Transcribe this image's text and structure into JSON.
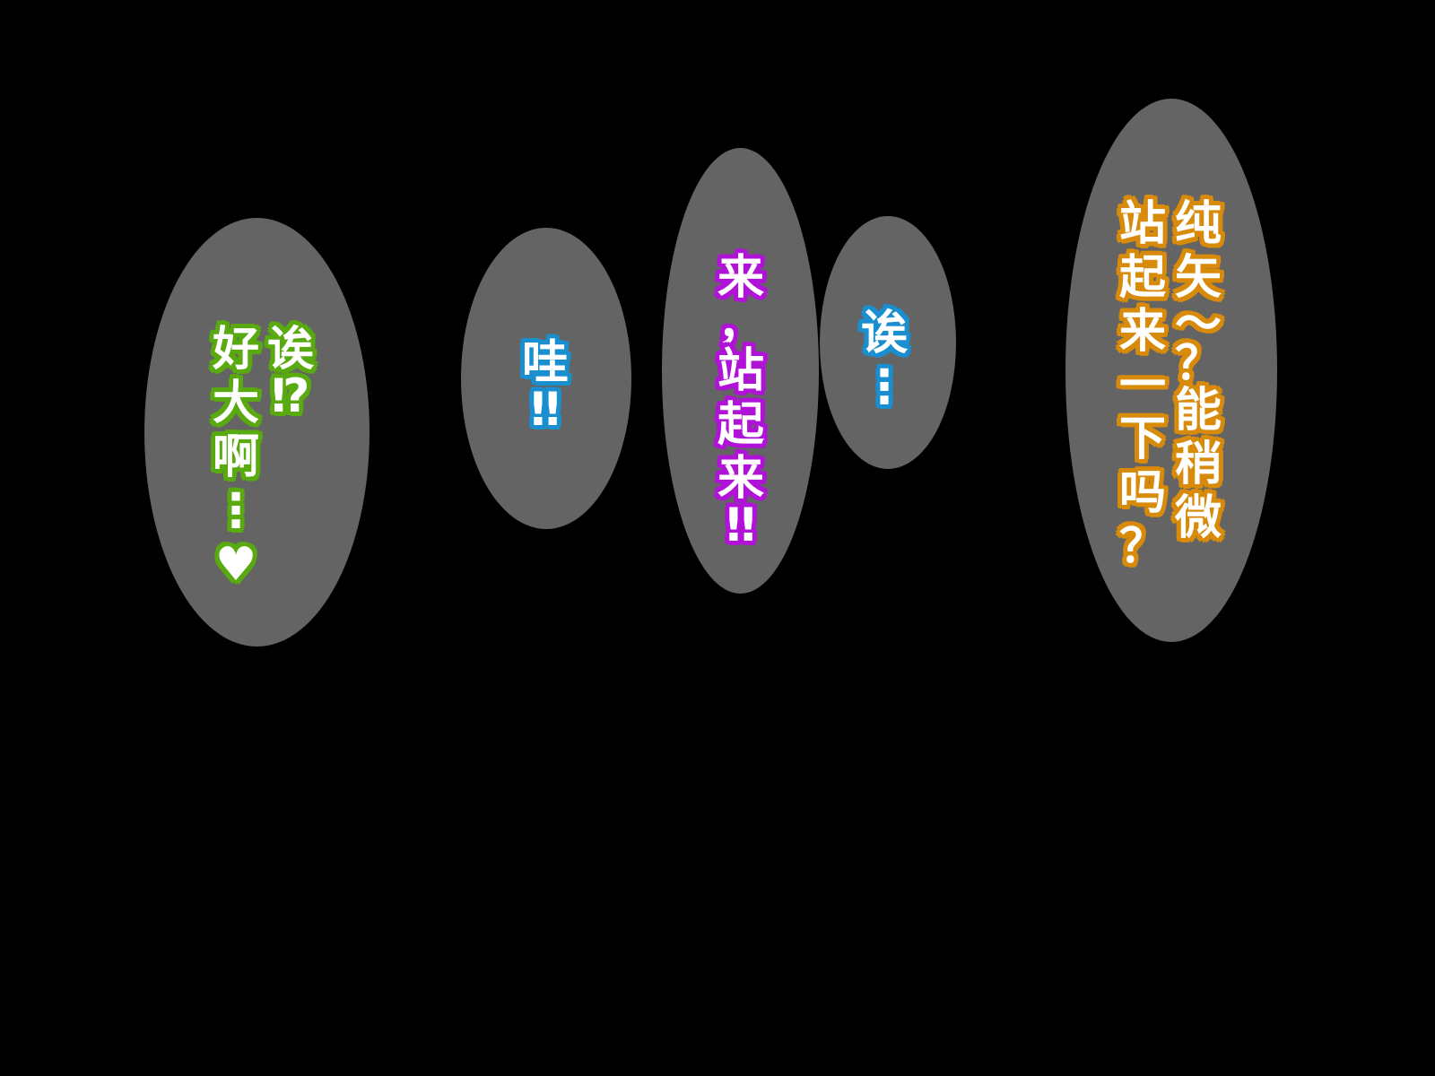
{
  "colors": {
    "background": "#000000",
    "bubble": "#646464",
    "text_fill": "#ffffff",
    "green_outline": "#58aa10",
    "blue_outline": "#1a8fd0",
    "purple_outline": "#b012d8",
    "orange_outline": "#d88a0a"
  },
  "bubbles": [
    {
      "id": "bubble-1",
      "outline_color": "#58aa10",
      "columns": [
        {
          "chars": [
            "诶",
            "⁉"
          ]
        },
        {
          "chars": [
            "好",
            "大",
            "啊",
            "⋮",
            "♥"
          ]
        }
      ],
      "text": "诶⁉好大啊…♥"
    },
    {
      "id": "bubble-2",
      "outline_color": "#1a8fd0",
      "columns": [
        {
          "chars": [
            "哇",
            "‼"
          ]
        }
      ],
      "text": "哇‼"
    },
    {
      "id": "bubble-3",
      "outline_color": "#b012d8",
      "columns": [
        {
          "chars": [
            "来",
            "，",
            "站",
            "起",
            "来",
            "‼"
          ]
        }
      ],
      "text": "来，站起来‼"
    },
    {
      "id": "bubble-4",
      "outline_color": "#1a8fd0",
      "columns": [
        {
          "chars": [
            "诶",
            "⋮"
          ]
        }
      ],
      "text": "诶…"
    },
    {
      "id": "bubble-5",
      "outline_color": "#d88a0a",
      "columns": [
        {
          "chars": [
            "纯",
            "矢",
            "～",
            "？",
            "能",
            "稍",
            "微"
          ]
        },
        {
          "chars": [
            "站",
            "起",
            "来",
            "一",
            "下",
            "吗",
            "？"
          ]
        }
      ],
      "text": "纯矢～？能稍微站起来一下吗？"
    }
  ]
}
